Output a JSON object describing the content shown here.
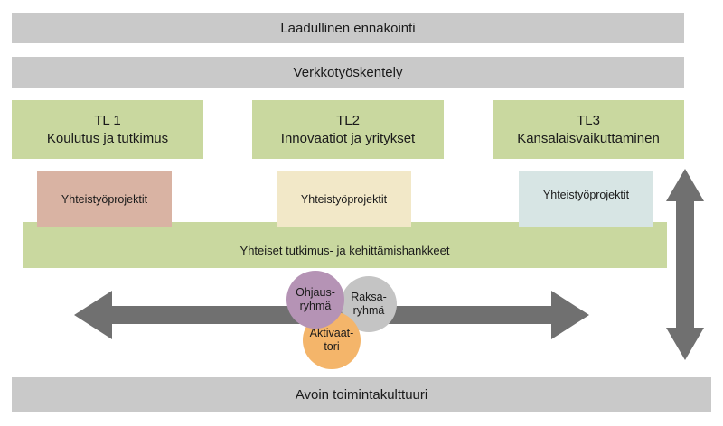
{
  "top_bar_1": "Laadullinen ennakointi",
  "top_bar_2": "Verkkotyöskentely",
  "themes": [
    {
      "code": "TL 1",
      "name": "Koulutus ja tutkimus"
    },
    {
      "code": "TL2",
      "name": "Innovaatiot ja yritykset"
    },
    {
      "code": "TL3",
      "name": "Kansalaisvaikuttaminen"
    }
  ],
  "projects": [
    "Yhteistyöprojektit",
    "Yhteistyöprojektit",
    "Yhteistyöprojektit"
  ],
  "shared_projects": "Yhteiset tutkimus- ja kehittämishankkeet",
  "circles": {
    "steering": {
      "line1": "Ohjaus-",
      "line2": "ryhmä"
    },
    "raksa": {
      "line1": "Raksa-",
      "line2": "ryhmä"
    },
    "activator": {
      "line1": "Aktivaat-",
      "line2": "tori"
    }
  },
  "bottom_bar": "Avoin toimintakulttuuri",
  "colors": {
    "gray_bar": "#c9c9c9",
    "green": "#c9d89f",
    "project_1": "#d9b3a3",
    "project_2": "#f2e8c8",
    "project_3": "#d7e5e4",
    "arrow": "#707070",
    "circle_steering": "#b593b5",
    "circle_raksa": "#c4c4c4",
    "circle_activator": "#f4b56a"
  }
}
